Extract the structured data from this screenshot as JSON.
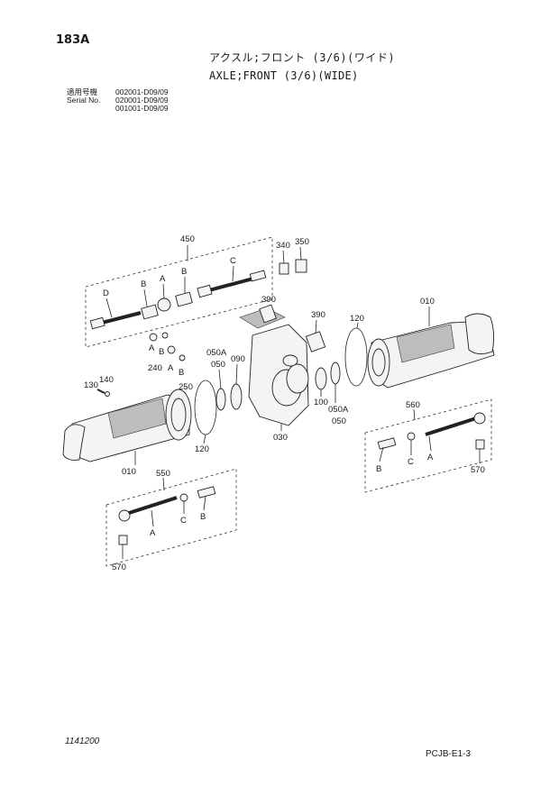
{
  "header": {
    "page_code": "183A",
    "title_jp": "アクスル;フロント (3/6)(ワイド)",
    "title_en": "AXLE;FRONT (3/6)(WIDE)",
    "serial_label_jp": "適用号機",
    "serial_label_en1": "Serial",
    "serial_label_en2": "No.",
    "serials": [
      "002001-D09/09",
      "020001-D09/09",
      "001001-D09/09"
    ]
  },
  "parts": {
    "p010": "010",
    "p030": "030",
    "p050": "050",
    "p050a": "050A",
    "p090": "090",
    "p100": "100",
    "p120": "120",
    "p130": "130",
    "p140": "140",
    "p240": "240",
    "p250": "250",
    "p340": "340",
    "p350": "350",
    "p390": "390",
    "p450": "450",
    "p550": "550",
    "p560": "560",
    "p570": "570"
  },
  "letters": {
    "a": "A",
    "b": "B",
    "c": "C",
    "d": "D"
  },
  "footer": {
    "left": "1141200",
    "right": "PCJB-E1-3"
  }
}
